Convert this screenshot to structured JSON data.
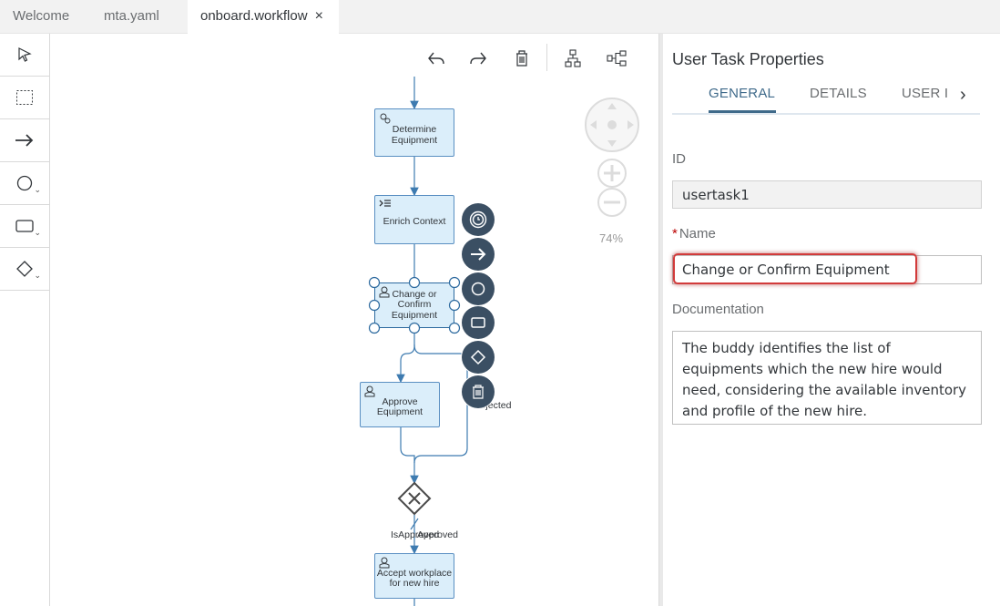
{
  "tabs": [
    {
      "label": "Welcome"
    },
    {
      "label": "mta.yaml"
    },
    {
      "label": "onboard.workflow",
      "close": "×"
    }
  ],
  "palette": {
    "items": [
      "pointer-tool",
      "lasso-select",
      "sequence-flow",
      "event",
      "task",
      "gateway"
    ]
  },
  "canvas": {
    "zoom": "74%",
    "tasks": {
      "determine": "Determine\nEquipment",
      "enrich": "Enrich Context",
      "change": "Change or\nConfirm\nEquipment",
      "approve": "Approve\nEquipment",
      "accept": "Accept workplace\nfor new hire"
    },
    "flow_labels": {
      "rejected": "Rejected",
      "is_approved": "IsApproved",
      "approved": "Approved"
    }
  },
  "panel": {
    "title": "User Task Properties",
    "tabs": [
      "GENERAL",
      "DETAILS",
      "USER I"
    ],
    "active_tab": "GENERAL",
    "id_label": "ID",
    "id_value": "usertask1",
    "name_required": "*",
    "name_label": "Name",
    "name_value": "Change or Confirm Equipment",
    "doc_label": "Documentation",
    "doc_value": "The buddy identifies the list of equipments which the new hire would need, considering the available inventory and profile of the new hire."
  }
}
